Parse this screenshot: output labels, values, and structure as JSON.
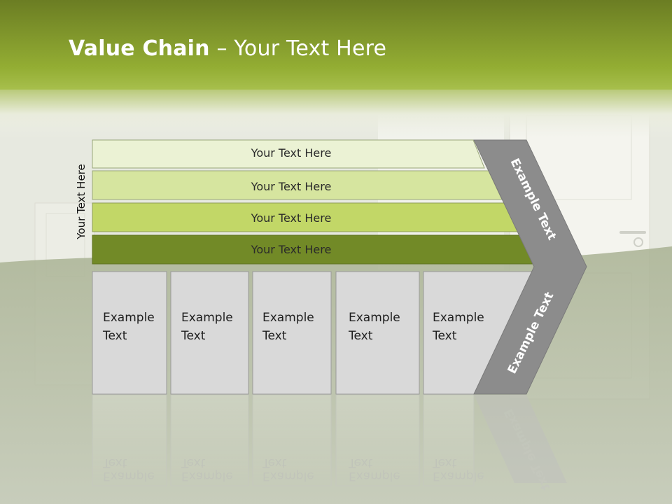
{
  "slide": {
    "title_bold": "Value Chain",
    "title_rest": " – Your Text Here",
    "vertical_label": "Your Text Here"
  },
  "bars": [
    {
      "label": "Your Text Here",
      "color": "#ebf2d4"
    },
    {
      "label": "Your Text Here",
      "color": "#d6e59f"
    },
    {
      "label": "Your Text Here",
      "color": "#c2d767"
    },
    {
      "label": "Your Text Here",
      "color": "#728a27"
    }
  ],
  "boxes": [
    {
      "line1": "Example",
      "line2": "Text"
    },
    {
      "line1": "Example",
      "line2": "Text"
    },
    {
      "line1": "Example",
      "line2": "Text"
    },
    {
      "line1": "Example",
      "line2": "Text"
    },
    {
      "line1": "Example",
      "line2": "Text"
    }
  ],
  "chevron": {
    "upper_label": "Example Text",
    "lower_label": "Example Text",
    "color": "#8c8c8c"
  },
  "colors": {
    "header_green": "#8fa832",
    "box_fill": "#d9d9d9",
    "grass": "#8f9a7a"
  }
}
